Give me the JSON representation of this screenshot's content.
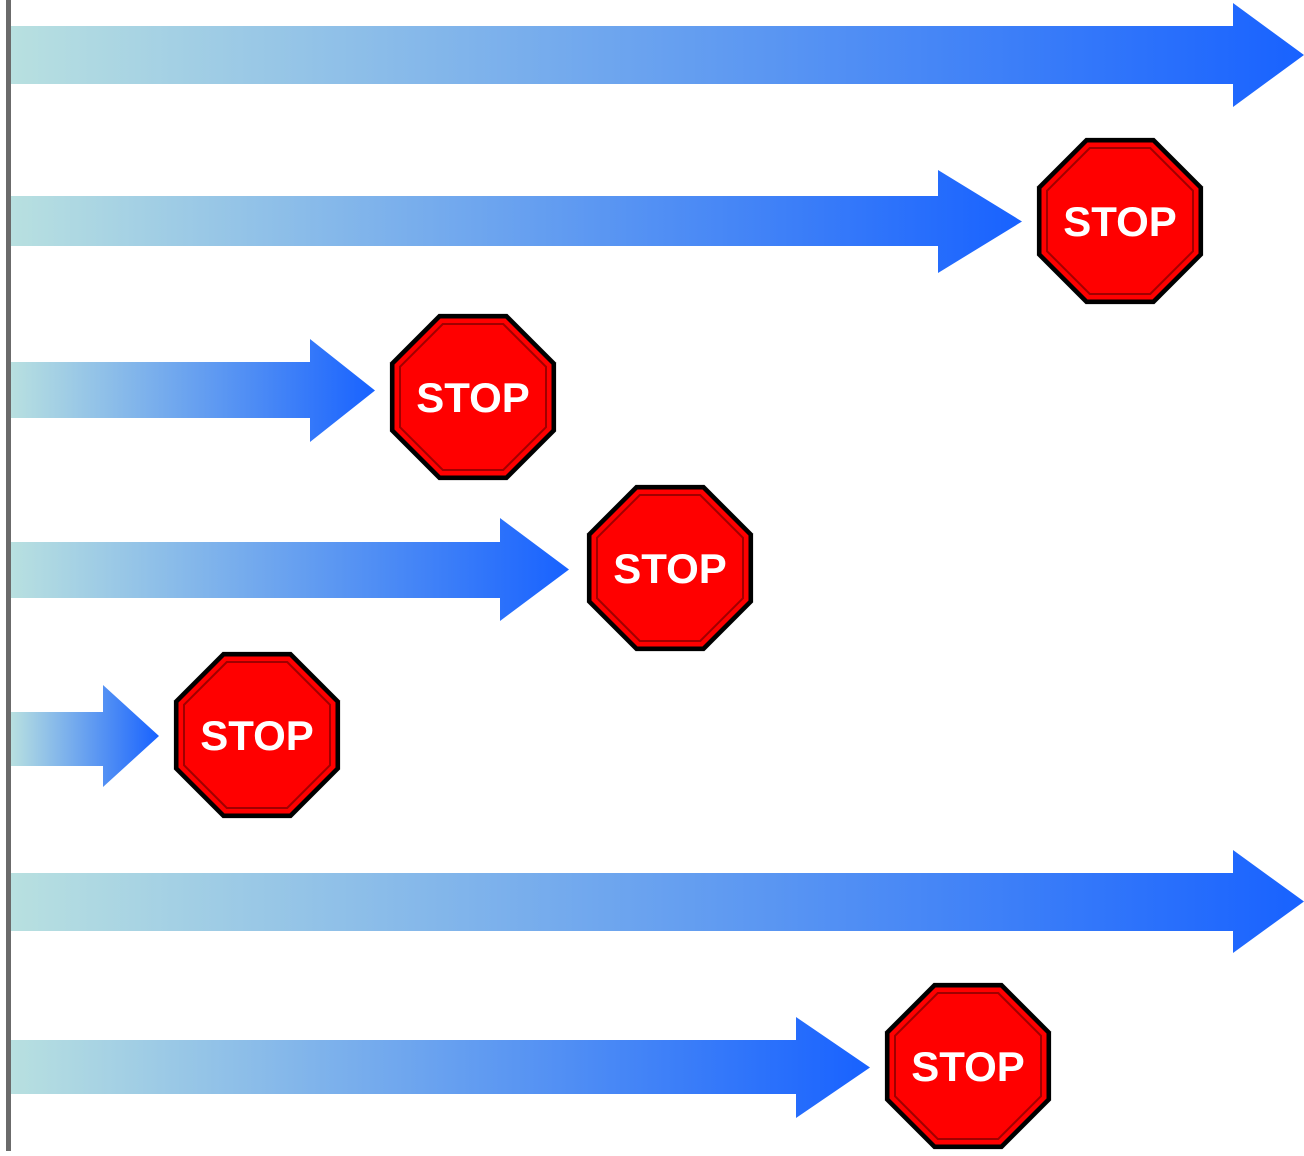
{
  "diagram": {
    "colors": {
      "arrow_start": "#b8e0e0",
      "arrow_end": "#1862ff",
      "stop_fill": "#ff0000",
      "stop_border": "#000000",
      "stop_inner_line": "#a00000",
      "stop_text": "#ffffff",
      "axis_line": "#6b6b6b"
    },
    "stop_label": "STOP",
    "rows": [
      {
        "name": "row-1",
        "has_stop": false
      },
      {
        "name": "row-2",
        "has_stop": true
      },
      {
        "name": "row-3",
        "has_stop": true
      },
      {
        "name": "row-4",
        "has_stop": true
      },
      {
        "name": "row-5",
        "has_stop": true
      },
      {
        "name": "row-6",
        "has_stop": false
      },
      {
        "name": "row-7",
        "has_stop": true
      }
    ]
  }
}
